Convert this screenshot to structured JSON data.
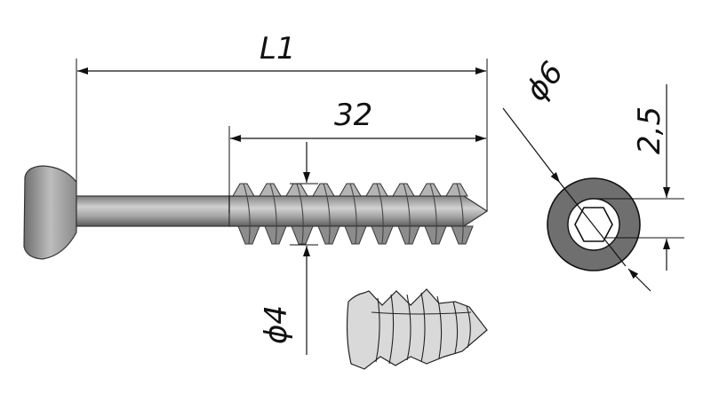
{
  "dimensions": {
    "overall_length": "L1",
    "thread_length": "32",
    "thread_diameter": "ϕ4",
    "head_diameter": "ϕ6",
    "hex_size": "2,5"
  },
  "colors": {
    "metal_light": "#c8c8c8",
    "metal_mid": "#9a9a9a",
    "metal_dark": "#5e5e5e",
    "end_view_ring": "#6f6f6f",
    "detail_fill": "#d9d9d9"
  },
  "icons": {
    "dimension_arrow": "arrowhead",
    "hex_socket": "hexagon"
  }
}
